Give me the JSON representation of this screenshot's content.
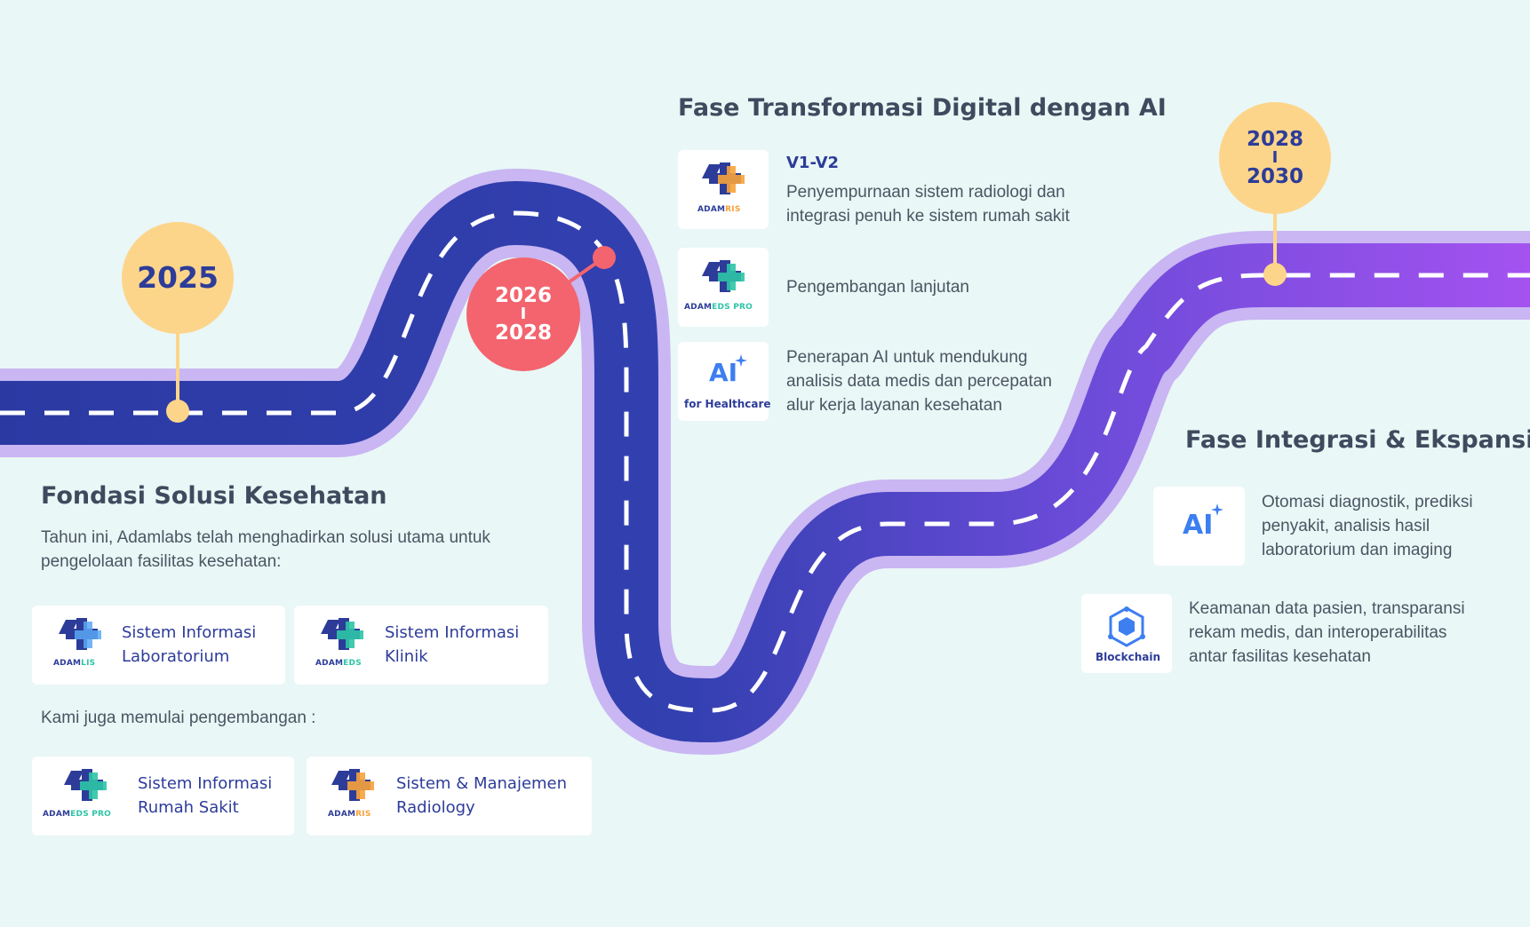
{
  "timeline": {
    "year_2025": "2025",
    "year_mid_start": "2026",
    "year_mid_sep": "I",
    "year_mid_end": "2028",
    "year_late_start": "2028",
    "year_late_sep": "I",
    "year_late_end": "2030"
  },
  "colors": {
    "background": "#e9f7f6",
    "road_blue": "#2f3fa6",
    "road_purple": "#8a4fe8",
    "road_outline": "#c9b6f2",
    "bubble_yellow": "#fdd58a",
    "bubble_red": "#f3646e",
    "brand_blue": "#2d3c99"
  },
  "phase1": {
    "title": "Fondasi Solusi Kesehatan",
    "intro": "Tahun ini, Adamlabs telah menghadirkan solusi utama untuk pengelolaan fasilitas kesehatan:",
    "cards": [
      {
        "label_line1": "Sistem Informasi",
        "label_line2": "Laboratorium",
        "brand_main": "ADAM",
        "brand_suffix": "LIS",
        "icon": "adamlis-logo"
      },
      {
        "label_line1": "Sistem Informasi",
        "label_line2": "Klinik",
        "brand_main": "ADAM",
        "brand_suffix": "EDS",
        "icon": "adameds-logo"
      }
    ],
    "dev_intro": "Kami juga memulai pengembangan :",
    "dev_cards": [
      {
        "label_line1": "Sistem Informasi",
        "label_line2": "Rumah Sakit",
        "brand_main": "ADAM",
        "brand_suffix": "EDS PRO",
        "icon": "adameds-pro-logo"
      },
      {
        "label_line1": "Sistem & Manajemen",
        "label_line2": "Radiology",
        "brand_main": "ADAM",
        "brand_suffix": "RIS",
        "icon": "adamris-logo"
      }
    ]
  },
  "phase2": {
    "title": "Fase Transformasi Digital dengan AI",
    "items": [
      {
        "tag": "V1-V2",
        "text_line1": "Penyempurnaan sistem radiologi dan",
        "text_line2": "integrasi penuh ke sistem rumah sakit",
        "brand_main": "ADAM",
        "brand_suffix": "RIS",
        "icon": "adamris-logo"
      },
      {
        "text_line1": "Pengembangan lanjutan",
        "brand_main": "ADAM",
        "brand_suffix": "EDS PRO",
        "icon": "adameds-pro-logo"
      },
      {
        "text_line1": "Penerapan AI untuk mendukung",
        "text_line2": "analisis data medis dan percepatan",
        "text_line3": "alur kerja layanan kesehatan",
        "logo_text": "AI",
        "caption": "for Healthcare",
        "icon": "ai-sparkle-icon"
      }
    ]
  },
  "phase3": {
    "title": "Fase Integrasi & Ekspansi",
    "items": [
      {
        "text_line1": "Otomasi diagnostik, prediksi",
        "text_line2": "penyakit, analisis hasil",
        "text_line3": "laboratorium dan imaging",
        "logo_text": "AI",
        "icon": "ai-sparkle-icon"
      },
      {
        "text_line1": "Keamanan data pasien, transparansi",
        "text_line2": "rekam medis, dan interoperabilitas",
        "text_line3": "antar fasilitas kesehatan",
        "caption": "Blockchain",
        "icon": "blockchain-icon"
      }
    ]
  }
}
